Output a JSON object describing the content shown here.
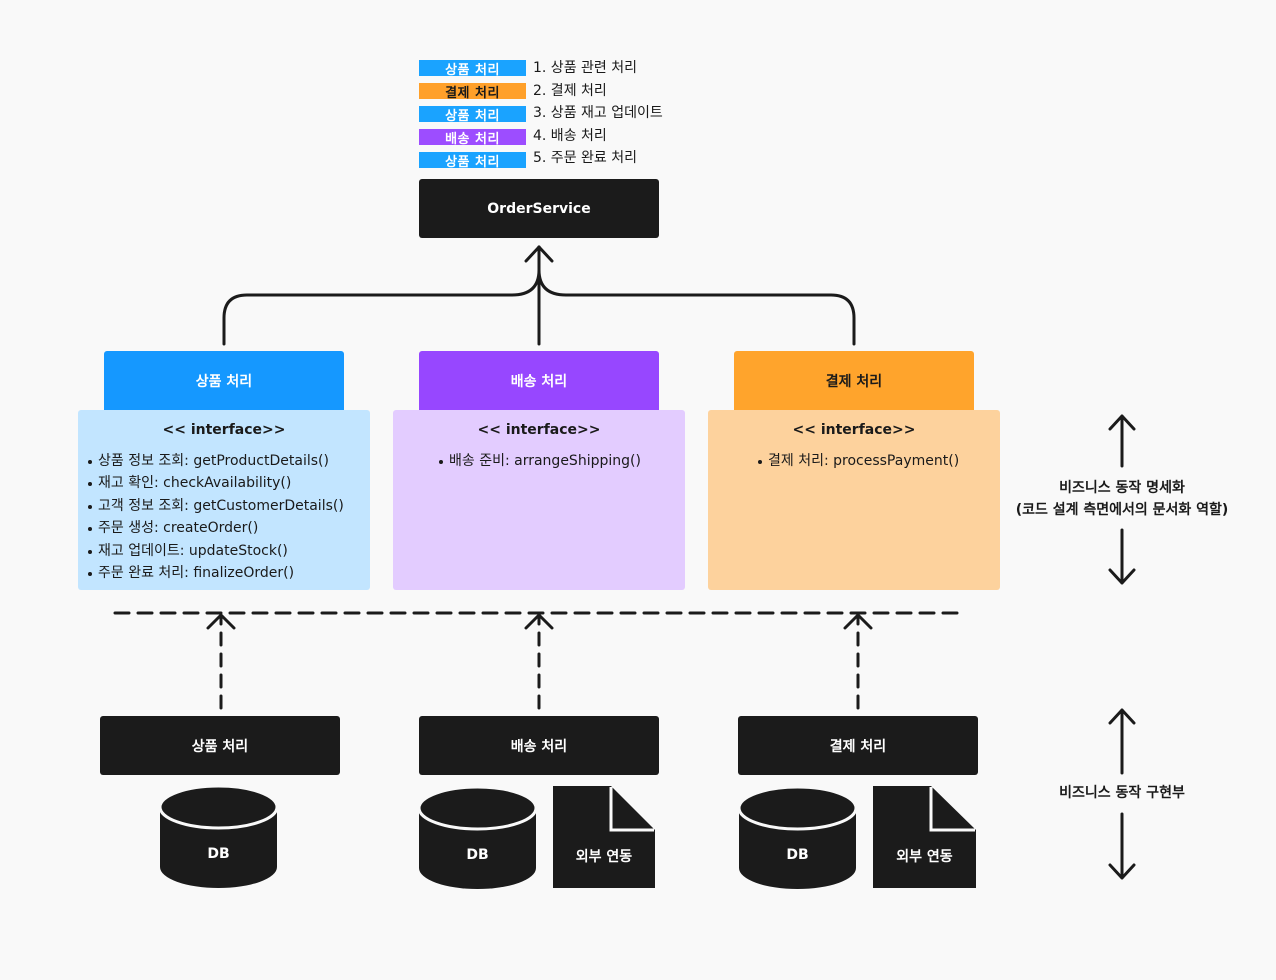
{
  "legend": [
    {
      "tag": "상품 처리",
      "text": "1. 상품 관련 처리",
      "color": "#1aa3ff"
    },
    {
      "tag": "결제 처리",
      "text": "2. 결제 처리",
      "color": "#ffa02a"
    },
    {
      "tag": "상품 처리",
      "text": "3. 상품 재고 업데이트",
      "color": "#1aa3ff"
    },
    {
      "tag": "배송 처리",
      "text": "4. 배송 처리",
      "color": "#9d4dff"
    },
    {
      "tag": "상품 처리",
      "text": "5. 주문 완료 처리",
      "color": "#1aa3ff"
    }
  ],
  "order_service": "OrderService",
  "interfaces": [
    {
      "header": "상품 처리",
      "header_color": "#1598ff",
      "panel_color": "#c2e5ff",
      "title": "<< interface>>",
      "methods": [
        "상품 정보 조회: getProductDetails()",
        "재고 확인: checkAvailability()",
        "고객 정보 조회: getCustomerDetails()",
        "주문 생성: createOrder()",
        "재고 업데이트: updateStock()",
        "주문 완료 처리: finalizeOrder()"
      ]
    },
    {
      "header": "배송 처리",
      "header_color": "#9747ff",
      "panel_color": "#e3ccff",
      "title": "<< interface>>",
      "methods": [
        "배송 준비: arrangeShipping()"
      ]
    },
    {
      "header": "결제 처리",
      "header_color": "#ffa42c",
      "panel_color": "#fdd29d",
      "title": "<< interface>>",
      "methods": [
        "결제 처리: processPayment()"
      ]
    }
  ],
  "implementations": [
    {
      "label": "상품 처리",
      "db": "DB"
    },
    {
      "label": "배송 처리",
      "db": "DB",
      "external": "외부 연동"
    },
    {
      "label": "결제 처리",
      "db": "DB",
      "external": "외부 연동"
    }
  ],
  "side_labels": {
    "spec_line1": "비즈니스 동작 명세화",
    "spec_line2": "(코드 설계 측면에서의 문서화 역할)",
    "impl": "비즈니스 동작 구현부"
  }
}
